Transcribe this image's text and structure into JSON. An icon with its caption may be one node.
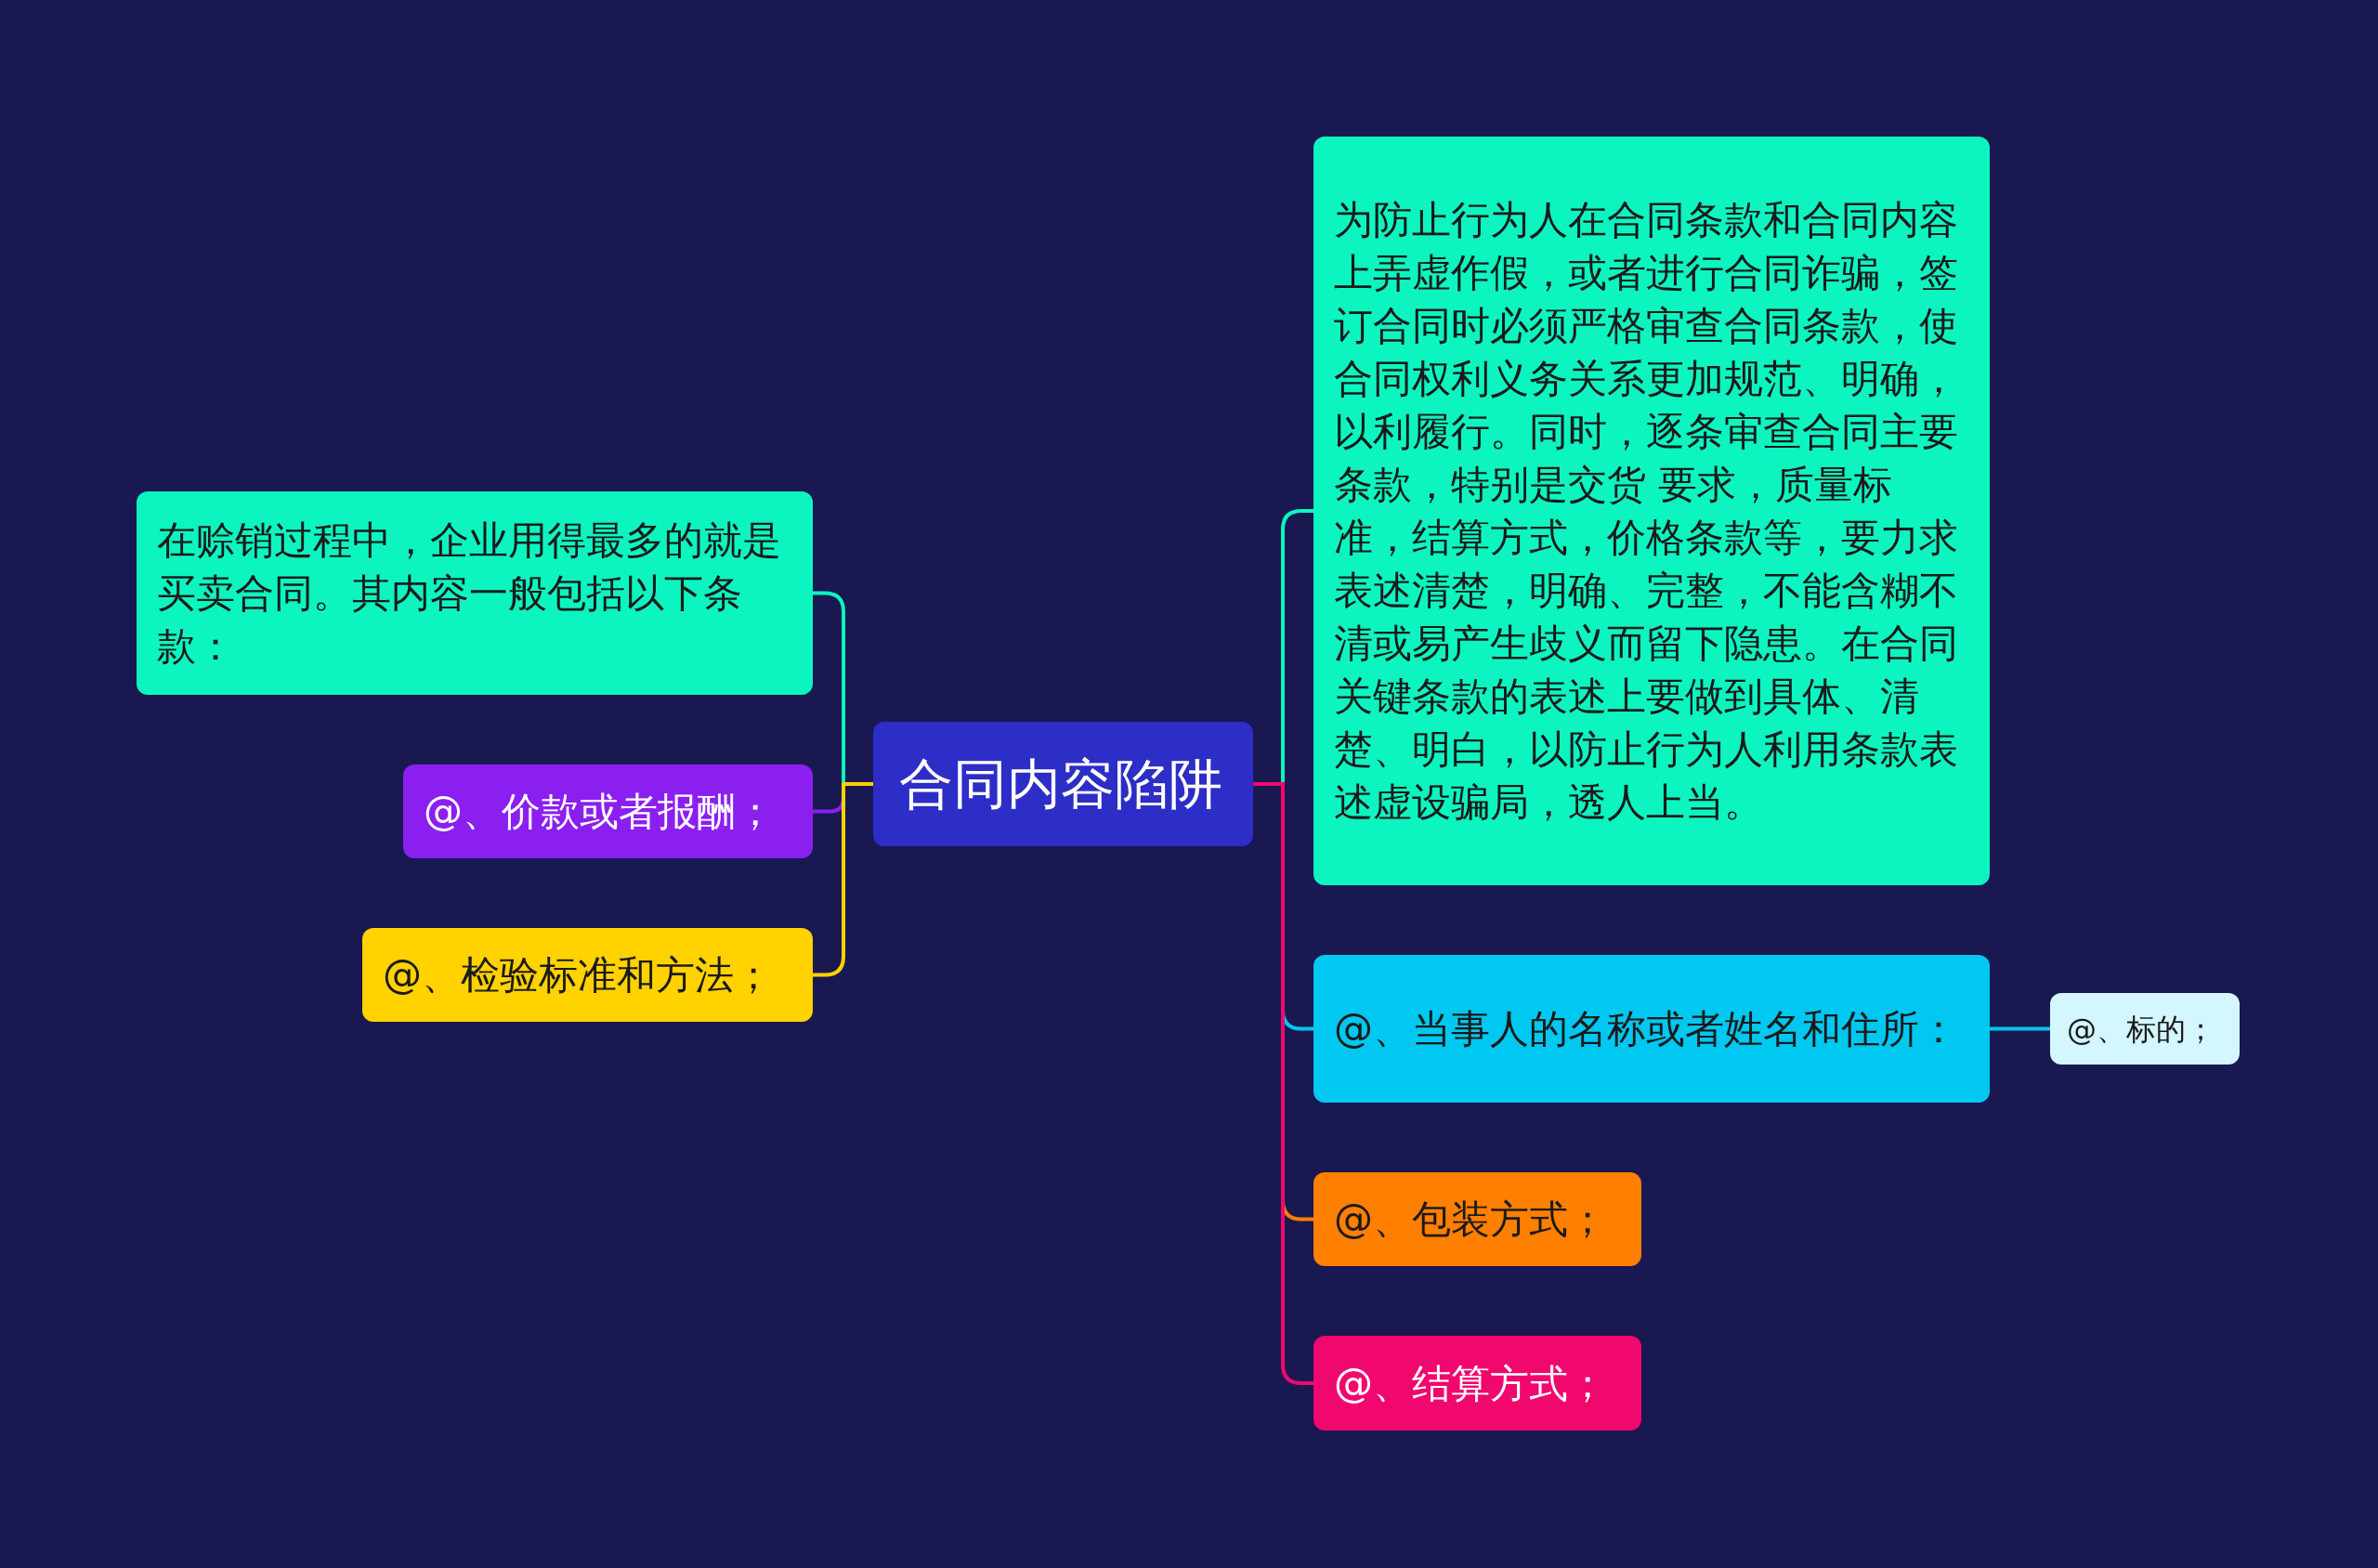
{
  "diagram": {
    "nodes": [
      {
        "text": [
          "合同内容陷阱"
        ]
      },
      {
        "text": [
          "在赊销过程中，企业用得最多的就是买卖合同。其内容一般包括以下条款："
        ]
      },
      {
        "text": [
          "@、价款或者报酬；"
        ]
      },
      {
        "text": [
          "@、检验标准和方法；"
        ]
      },
      {
        "text": [
          "为防止行为人在合同条款和合同内容上弄虚作假，或者进行合同诈骗，签订合同时必须严格审查合同条款，使合同权利义务关系更加规范、明确，以利履行。同时，逐条审查合同主要条款，特别是交货 要求，质量标准，结算方式，价格条款等，要力求表述清楚，明确、完整，不能含糊不清或易产生歧义而留下隐患。在合同关键条款的表述上要做到具体、清楚、明白，以防止行为人利用条款表述虚设骗局，透人上当。"
        ]
      },
      {
        "text": [
          "@、当事人的名称或者姓名和住所："
        ]
      },
      {
        "text": [
          "@、标的；"
        ]
      },
      {
        "text": [
          "@、包装方式；"
        ]
      },
      {
        "text": [
          "@、结算方式；"
        ]
      }
    ],
    "edges": [
      {
        "from": 0,
        "to": 1,
        "arrow": "none",
        "color": "#0cf5c0"
      },
      {
        "from": 0,
        "to": 2,
        "arrow": "none",
        "color": "#8b1ff0"
      },
      {
        "from": 0,
        "to": 3,
        "arrow": "none",
        "color": "#ffd200"
      },
      {
        "from": 0,
        "to": 4,
        "arrow": "none",
        "color": "#0cf5c0"
      },
      {
        "from": 0,
        "to": 5,
        "arrow": "none",
        "color": "#00c8f0"
      },
      {
        "from": 0,
        "to": 7,
        "arrow": "none",
        "color": "#ff7f00"
      },
      {
        "from": 0,
        "to": 8,
        "arrow": "none",
        "color": "#f0086f"
      },
      {
        "from": 5,
        "to": 6,
        "arrow": "none",
        "color": "#00c8f0"
      }
    ]
  }
}
